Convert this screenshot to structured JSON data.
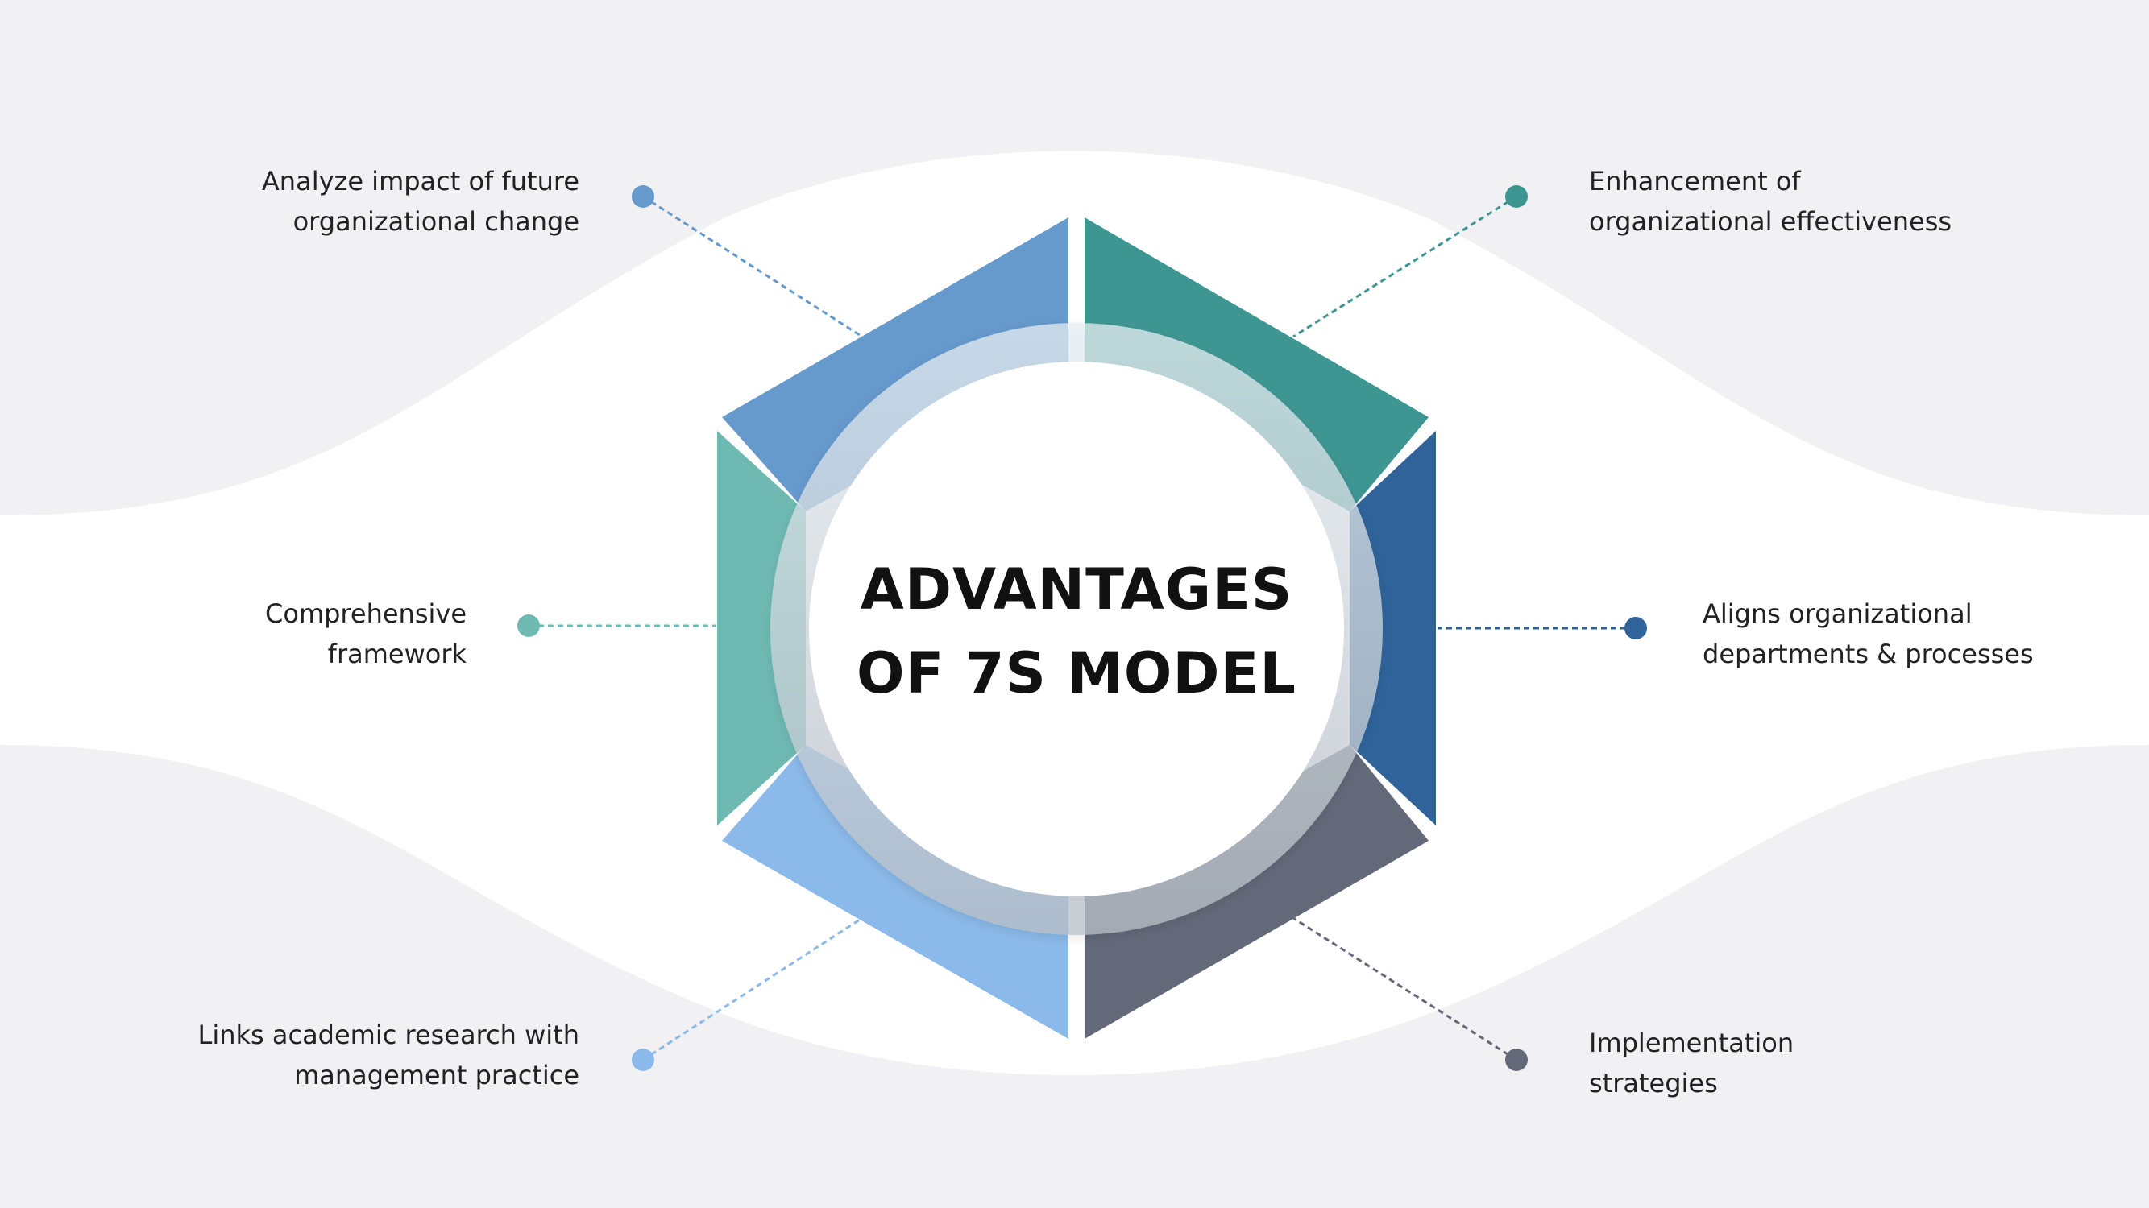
{
  "title": {
    "line1": "ADVANTAGES",
    "line2": "OF 7S MODEL"
  },
  "items": [
    {
      "id": "top-left",
      "line1": "Analyze impact of future",
      "line2": "organizational change",
      "color": "#6699cc"
    },
    {
      "id": "top-right",
      "line1": "Enhancement of",
      "line2": "organizational effectiveness",
      "color": "#3e9692"
    },
    {
      "id": "mid-left",
      "line1": "Comprehensive",
      "line2": "framework",
      "color": "#6fb9b3"
    },
    {
      "id": "mid-right",
      "line1": "Aligns organizational",
      "line2": "departments & processes",
      "color": "#2f6399"
    },
    {
      "id": "bottom-left",
      "line1": "Links academic research with",
      "line2": "management practice",
      "color": "#8bb9e9"
    },
    {
      "id": "bottom-right",
      "line1": "Implementation",
      "line2": "strategies",
      "color": "#636979"
    }
  ],
  "colors": {
    "background": "#f1f1f3",
    "wave": "#ffffff",
    "ring": "#c5d3dc"
  }
}
